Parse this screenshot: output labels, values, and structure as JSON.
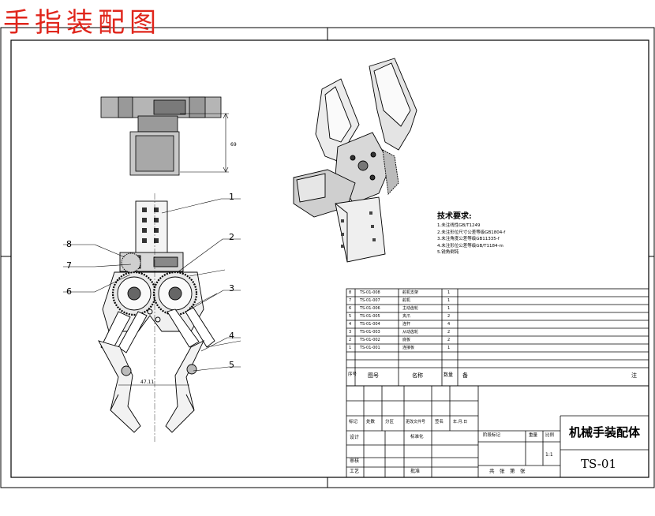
{
  "title": "手指装配图",
  "callouts": [
    "1",
    "2",
    "3",
    "4",
    "5",
    "6",
    "7",
    "8"
  ],
  "technical_requirements": {
    "heading": "技术要求:",
    "items": [
      "1.未注线性GB/T1249",
      "2.未注形位尺寸公差等级GB1804-f",
      "3.未注角度公差等级GB11335-f",
      "4.未注形位公差等级GB/T1184-m",
      "5.锐角倒钝"
    ]
  },
  "parts_list": {
    "rows": [
      {
        "no": "8",
        "code": "TS-01-008",
        "name": "舵机支架",
        "qty": "1"
      },
      {
        "no": "7",
        "code": "TS-01-007",
        "name": "舵机",
        "qty": "1"
      },
      {
        "no": "6",
        "code": "TS-01-006",
        "name": "主动齿轮",
        "qty": "1"
      },
      {
        "no": "5",
        "code": "TS-01-005",
        "name": "夹爪",
        "qty": "2"
      },
      {
        "no": "4",
        "code": "TS-01-004",
        "name": "连杆",
        "qty": "4"
      },
      {
        "no": "3",
        "code": "TS-01-003",
        "name": "从动齿轮",
        "qty": "2"
      },
      {
        "no": "2",
        "code": "TS-01-002",
        "name": "底板",
        "qty": "2"
      },
      {
        "no": "1",
        "code": "TS-01-001",
        "name": "连接板",
        "qty": "1"
      }
    ],
    "header": {
      "no": "序号",
      "code": "图号",
      "name": "名称",
      "qty": "数量",
      "material": "备",
      "note": "注"
    }
  },
  "title_block": {
    "drawing_name": "机械手装配体",
    "drawing_code": "TS-01",
    "design": "设计",
    "standardization": "标准化",
    "review": "审核",
    "process": "工艺",
    "approve": "批准",
    "stage_mark": "阶段标记",
    "weight": "重量",
    "scale": "比例",
    "scale_value": "1:1",
    "sheet_info": "共　张　第　张",
    "mark": "标记",
    "count": "处数",
    "zone": "分区",
    "change_doc": "更改文件号",
    "signature": "签名",
    "date": "年.月.日"
  }
}
